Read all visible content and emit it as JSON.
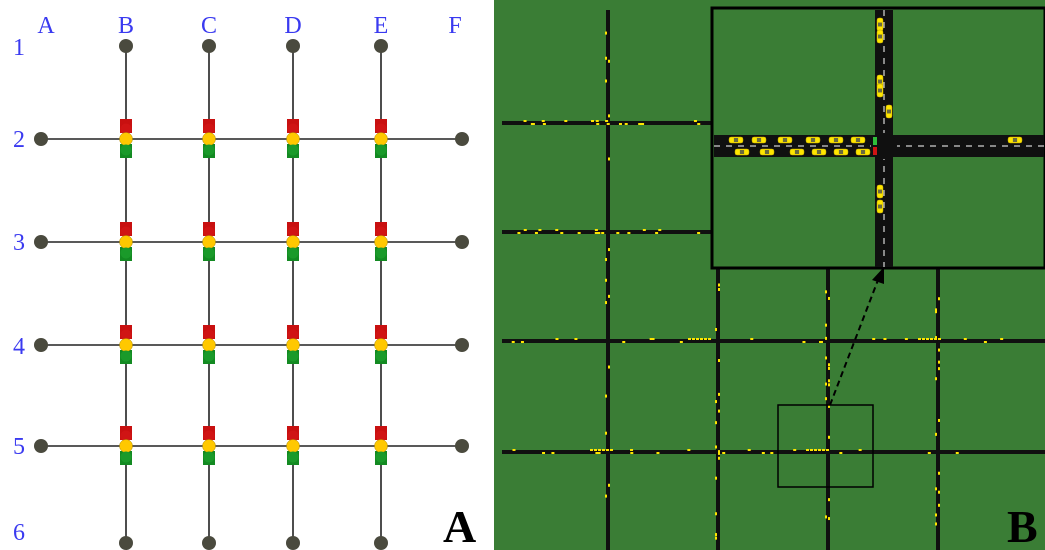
{
  "panel_a": {
    "label": "A",
    "column_labels": [
      "A",
      "B",
      "C",
      "D",
      "E",
      "F"
    ],
    "row_labels": [
      "1",
      "2",
      "3",
      "4",
      "5",
      "6"
    ],
    "colors": {
      "node": "#4a4a3e",
      "road": "#222222",
      "label": "#3a3af0",
      "light_red": "#d01414",
      "light_yellow": "#ffc800",
      "light_green": "#1a9a2a",
      "light_housing_red": "#c81010",
      "light_housing_green": "#138a22"
    }
  },
  "panel_b": {
    "label": "B",
    "colors": {
      "grass": "#3a7d35",
      "road": "#101010",
      "vehicle": "#ffe600",
      "inset_border": "#000000",
      "lane_marking": "#ffffff"
    }
  }
}
